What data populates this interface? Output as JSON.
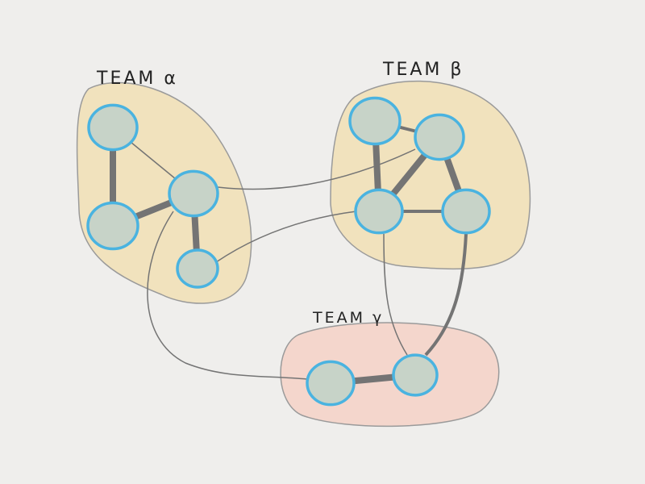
{
  "teams": [
    {
      "id": "alpha",
      "label": "TEAM α",
      "color": "#f1e2bd",
      "members": [
        "a1",
        "a2",
        "a3",
        "a4"
      ]
    },
    {
      "id": "beta",
      "label": "TEAM β",
      "color": "#f1e2bd",
      "members": [
        "b1",
        "b2",
        "b3",
        "b4"
      ]
    },
    {
      "id": "gamma",
      "label": "TEAM γ",
      "color": "#f4d6cc",
      "members": [
        "g1",
        "g2"
      ]
    }
  ],
  "colors": {
    "node_fill": "#c7d3c8",
    "node_stroke": "#4ab3e0",
    "edge": "#747474",
    "blob_outline": "#9a9a9a"
  },
  "edges": [
    {
      "from": "a1",
      "to": "a3",
      "weight": "thin"
    },
    {
      "from": "a1",
      "to": "a2",
      "weight": "thick"
    },
    {
      "from": "a2",
      "to": "a3",
      "weight": "thick"
    },
    {
      "from": "a3",
      "to": "a4",
      "weight": "thick"
    },
    {
      "from": "a3",
      "to": "b2",
      "weight": "thin"
    },
    {
      "from": "a4",
      "to": "b3",
      "weight": "thin"
    },
    {
      "from": "a3",
      "to": "g1",
      "weight": "thin"
    },
    {
      "from": "b1",
      "to": "b2",
      "weight": "medium"
    },
    {
      "from": "b1",
      "to": "b3",
      "weight": "thick"
    },
    {
      "from": "b2",
      "to": "b3",
      "weight": "thick"
    },
    {
      "from": "b2",
      "to": "b4",
      "weight": "thick"
    },
    {
      "from": "b3",
      "to": "b4",
      "weight": "medium"
    },
    {
      "from": "b3",
      "to": "g2",
      "weight": "thin"
    },
    {
      "from": "b4",
      "to": "g2",
      "weight": "medium"
    },
    {
      "from": "g1",
      "to": "g2",
      "weight": "thick"
    }
  ]
}
